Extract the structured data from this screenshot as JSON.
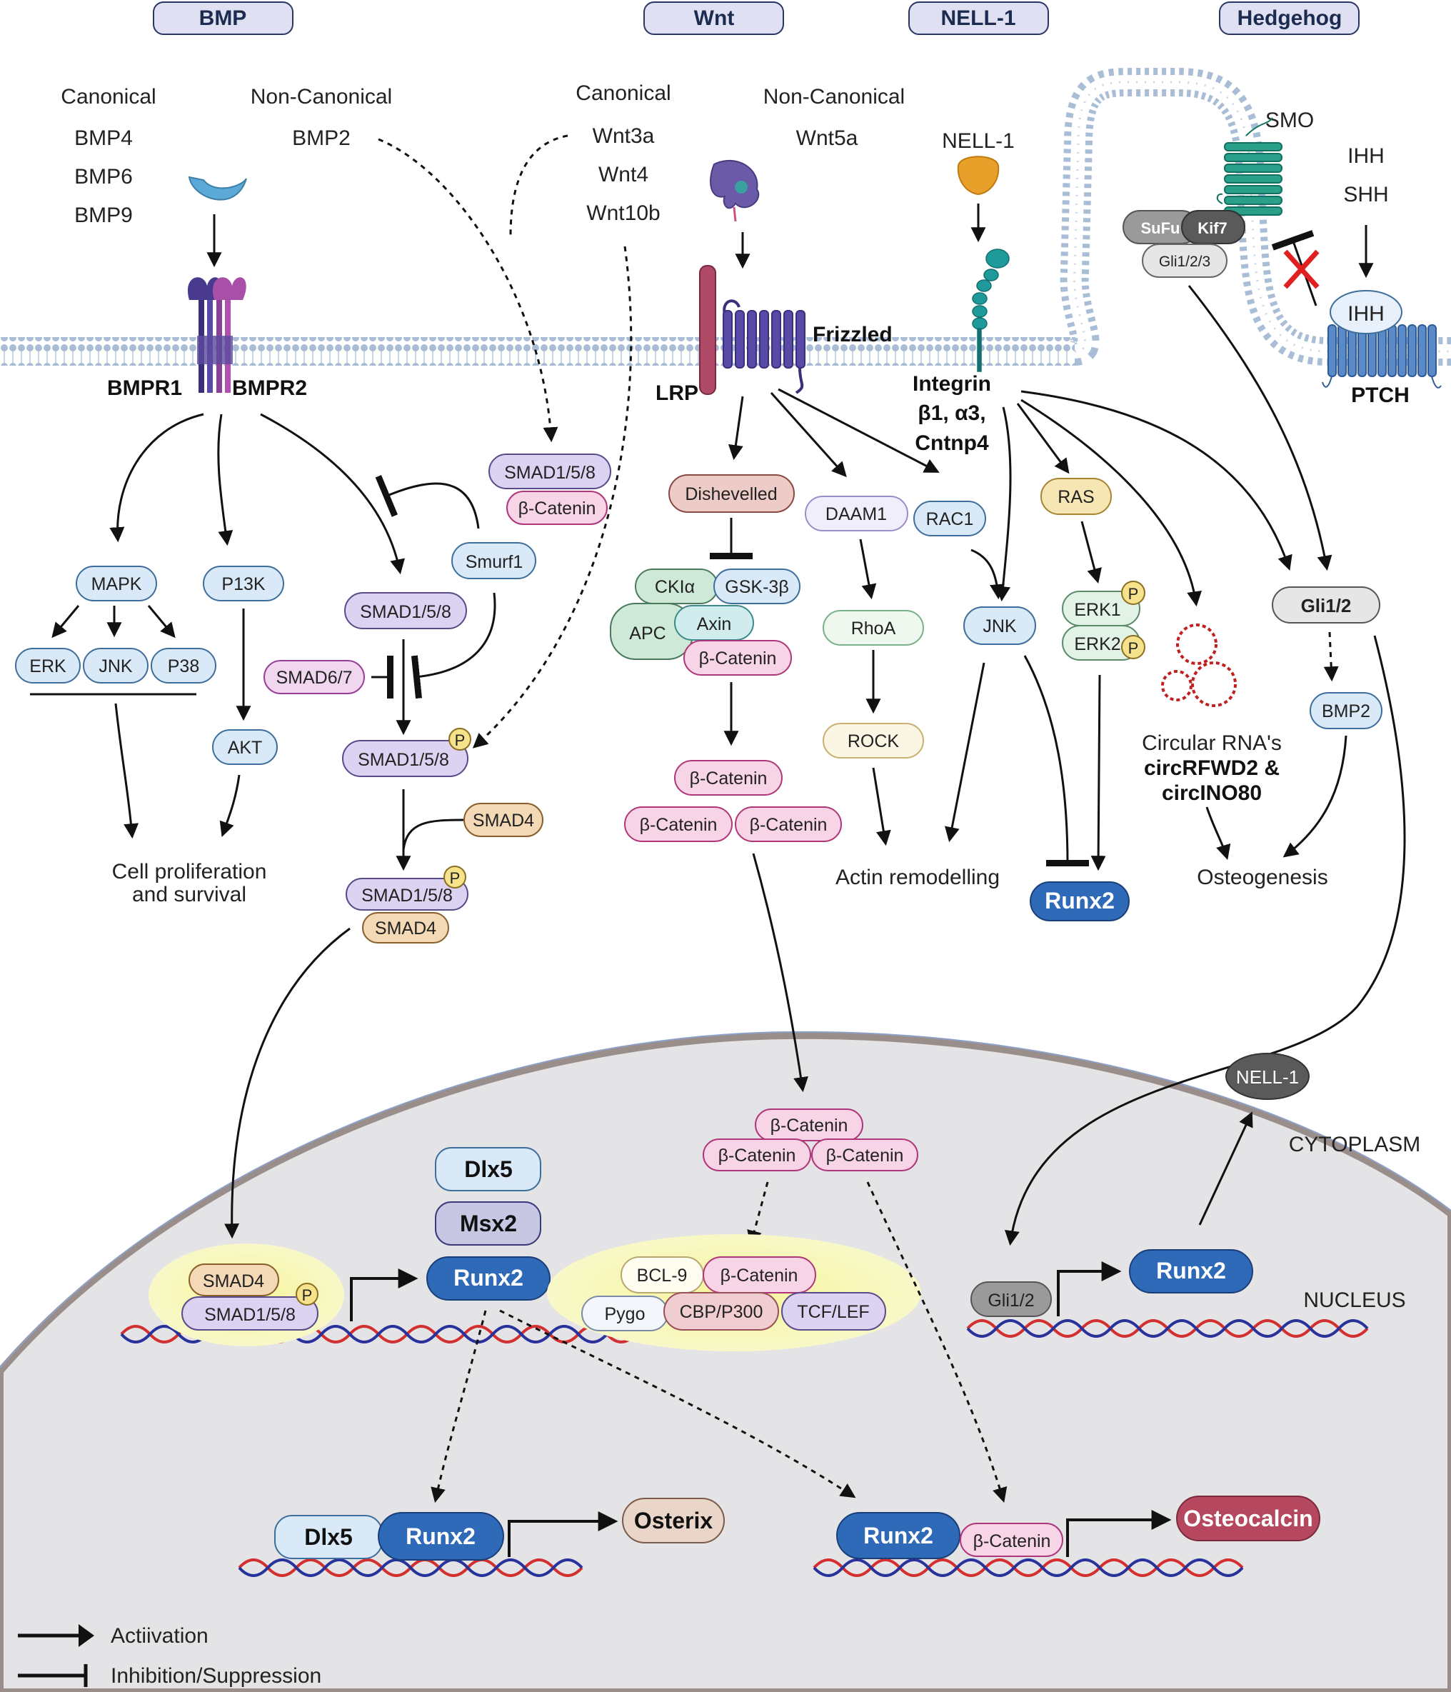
{
  "headers": {
    "bmp": "BMP",
    "wnt": "Wnt",
    "nell": "NELL-1",
    "hedgehog": "Hedgehog"
  },
  "bmp": {
    "canonical": "Canonical",
    "noncanonical": "Non-Canonical",
    "ligands": [
      "BMP4",
      "BMP6",
      "BMP9"
    ],
    "bmp2": "BMP2",
    "bmpr1": "BMPR1",
    "bmpr2": "BMPR2",
    "mapk": "MAPK",
    "erk": "ERK",
    "jnk": "JNK",
    "p38": "P38",
    "p13k": "P13K",
    "akt": "AKT",
    "prolif1": "Cell proliferation",
    "prolif2": "and survival",
    "smad158": "SMAD1/5/8",
    "smurf1": "Smurf1",
    "smad67": "SMAD6/7",
    "smad4": "SMAD4",
    "pbadge": "P",
    "betacat": "β-Catenin"
  },
  "wnt": {
    "canonical": "Canonical",
    "noncanonical": "Non-Canonical",
    "ligands": [
      "Wnt3a",
      "Wnt4",
      "Wnt10b"
    ],
    "wnt5a": "Wnt5a",
    "lrp": "LRP",
    "frizzled": "Frizzled",
    "dishevelled": "Dishevelled",
    "ckia": "CKIα",
    "gsk3b": "GSK-3β",
    "apc": "APC",
    "axin": "Axin",
    "betacat": "β-Catenin",
    "daam1": "DAAM1",
    "rhoa": "RhoA",
    "rock": "ROCK",
    "rac1": "RAC1",
    "jnk": "JNK",
    "actin": "Actin remodelling"
  },
  "nell": {
    "ligand": "NELL-1",
    "integrin": "Integrin",
    "integrin2": "β1, α3,",
    "integrin3": "Cntnp4",
    "ras": "RAS",
    "erk1": "ERK1",
    "erk2": "ERK2",
    "runx2": "Runx2",
    "circ1": "Circular RNA's",
    "circ2": "circRFWD2 &",
    "circ3": "circINO80",
    "osteogenesis": "Osteogenesis"
  },
  "hedgehog": {
    "smo": "SMO",
    "ihh": "IHH",
    "shh": "SHH",
    "sufu": "SuFu",
    "kif7": "Kif7",
    "gli123": "Gli1/2/3",
    "ptch": "PTCH",
    "ihh_bound": "IHH",
    "gli12": "Gli1/2",
    "bmp2": "BMP2"
  },
  "nucleus": {
    "cytoplasm": "CYTOPLASM",
    "nucleus": "NUCLEUS",
    "nell1": "NELL-1",
    "smad4": "SMAD4",
    "smad158": "SMAD1/5/8",
    "dlx5": "Dlx5",
    "msx2": "Msx2",
    "runx2": "Runx2",
    "betacat": "β-Catenin",
    "bcl9": "BCL-9",
    "pygo": "Pygo",
    "cbp": "CBP/P300",
    "tcf": "TCF/LEF",
    "gli12": "Gli1/2",
    "osterix": "Osterix",
    "osteocalcin": "Osteocalcin",
    "pbadge": "P"
  },
  "legend": {
    "activation": "Actiivation",
    "inhibition": "Inhibition/Suppression"
  },
  "colors": {
    "membrane": "#a9bdd6",
    "nucleusFill": "#e4e3e6",
    "nucleusEdge": "#9a8e8a",
    "smad": "#dcd3f3",
    "smadEdge": "#5a4a8a",
    "bcat": "#f7d4e6",
    "bcatEdge": "#b0367a",
    "blueBox": "#d9e9f7",
    "blueEdge": "#3d6e9c",
    "runx2": "#2f6ab8",
    "osteocalcin": "#b5485f",
    "osterix": "#ead6c8",
    "smad4": "#f3d9b6",
    "yellowGlow": "#f6f6b4",
    "dnaRed": "#d32f2f",
    "dnaBlue": "#27329a"
  }
}
